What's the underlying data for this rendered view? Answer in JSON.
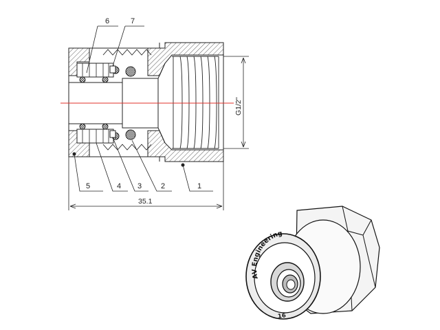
{
  "drawing": {
    "part_labels": [
      "6",
      "7",
      "5",
      "4",
      "3",
      "2",
      "1"
    ],
    "thread_spec": "G1/2\"",
    "overall_length": "35.1"
  },
  "render": {
    "brand_text": "AV Engineering",
    "size_marking": "16"
  },
  "colors": {
    "line": "#222222",
    "centerline": "#e0302a",
    "background": "#ffffff"
  }
}
